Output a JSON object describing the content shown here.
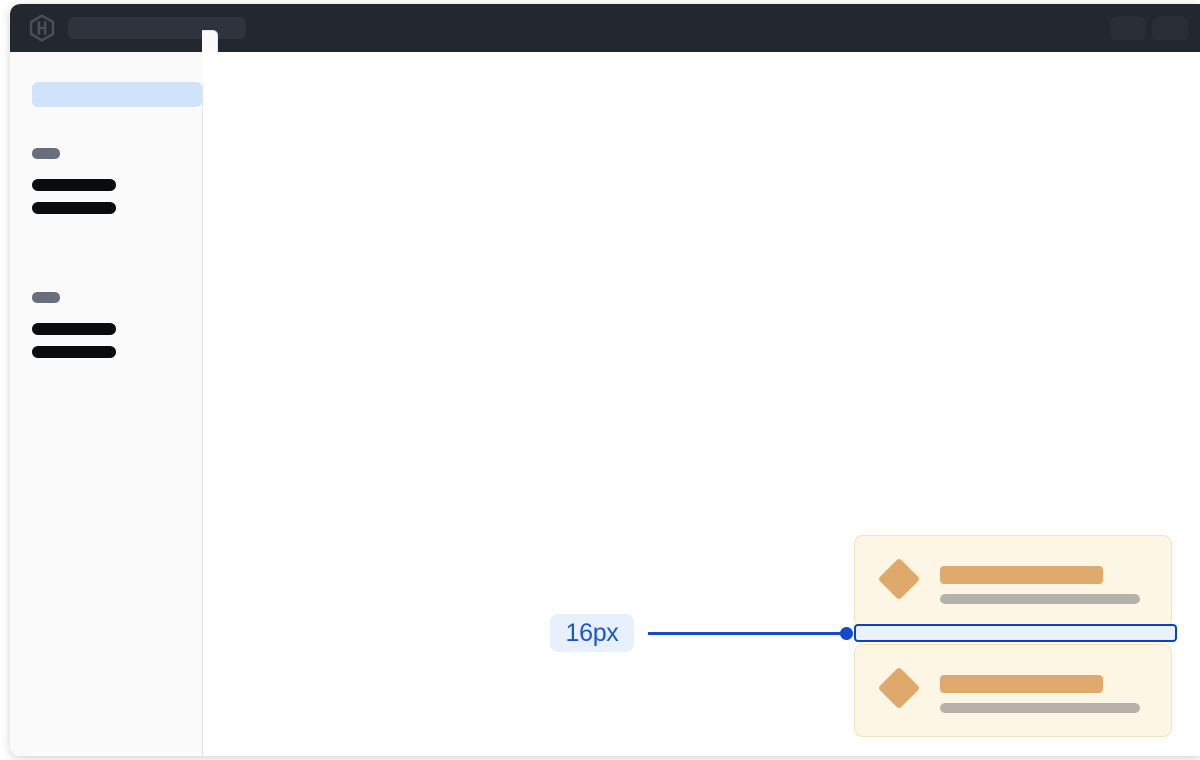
{
  "header": {
    "logo_icon": "hashicorp-hexagon-logo",
    "search_placeholder": "",
    "search_value": "",
    "right_chips": [
      {
        "icon": "header-chip-icon"
      },
      {
        "icon": "header-chip-icon"
      }
    ]
  },
  "sidebar": {
    "active_item_label": "",
    "collapse_tab_icon": "sidebar-collapse-handle",
    "groups": [
      {
        "label": "",
        "items": [
          {
            "label": ""
          },
          {
            "label": ""
          }
        ]
      },
      {
        "label": "",
        "items": [
          {
            "label": ""
          },
          {
            "label": ""
          }
        ]
      }
    ]
  },
  "main": {
    "cards": [
      {
        "icon": "diamond-icon",
        "title_placeholder": "",
        "subtitle_placeholder": ""
      },
      {
        "icon": "diamond-icon",
        "title_placeholder": "",
        "subtitle_placeholder": ""
      }
    ],
    "measurement": {
      "value": "16px",
      "label_color": "#1857d4",
      "label_bg": "#e8f0fd",
      "line_color": "#114ccc",
      "indicator_border": "#0c41c4",
      "indicator_fill": "#eaf1fd"
    }
  },
  "colors": {
    "header_bg": "#23272f",
    "sidebar_bg": "#fafafa",
    "canvas_bg": "#ffffff",
    "card_bg": "#fdf6e4",
    "card_border": "#f4e3bf",
    "accent_orange": "#e0a96d",
    "accent_gray": "#b5b2ab",
    "active_nav": "#cfe3fb",
    "nav_item": "#0a0b0d",
    "nav_label": "#696e7c"
  }
}
